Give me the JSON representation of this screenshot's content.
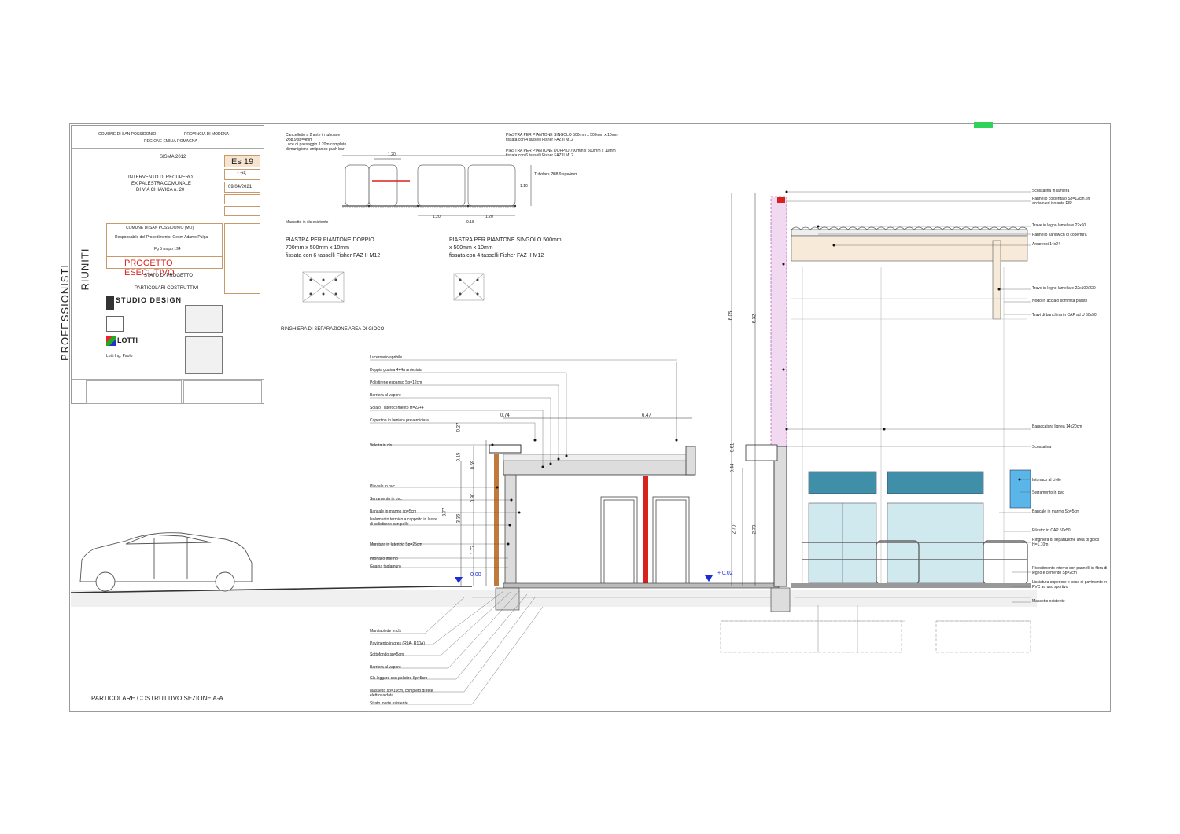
{
  "marker_color": "#2fd35a",
  "accent_red": "#d8221d",
  "accent_brown": "#c07a3c",
  "accent_blue": "#1a2bd8",
  "titleblock": {
    "comune": "COMUNE DI SAN POSSIDONIO",
    "provincia": "PROVINCIA DI MODENA",
    "regione": "REGIONE EMILIA ROMAGNA",
    "sisma": "SISMA 2012",
    "sheet_code": "Es 19",
    "scale": "1:25",
    "date": "09/04/2021",
    "project_title_1": "INTERVENTO DI RECUPERO",
    "project_title_2": "EX PALESTRA COMUNALE",
    "project_title_3": "DI VIA CHIAVICA n. 20",
    "brand_1": "PROFESSIONISTI",
    "brand_2": "RIUNITI",
    "committente": "COMUNE DI SAN POSSIDONIO (MO)",
    "responsabile": "Responsabile del Procedimento: Geom Adamo Pulga",
    "catasto": "Fg 5  mapp  194",
    "phase": "PROGETTO ESECUTIVO",
    "stato": "STATO DI PROGETTO",
    "particolari": "PARTICOLARI COSTRUTTIVI",
    "studio_logo": "STUDIO DESIGN",
    "lotti_logo": "LOTTI",
    "lotti_name": "Lotti Ing. Paolo"
  },
  "detail_box": {
    "caption": "RINGHIERA DI SEPARAZIONE AREA DI GIOCO",
    "gate_note_1": "Cancelletto a 2 ante in tubolare",
    "gate_note_2": "Ø88.9 sp=4mm",
    "gate_note_3": "Luce di passaggio 1.20m completo",
    "gate_note_4": "di maniglione antipanico push bar",
    "plate_single_note_1": "PIASTRA PER PIANTONE SINGOLO 500mm x 500mm x 10mm",
    "plate_single_note_2": "fissata con 4 tasselli Fisher FAZ II M12",
    "plate_double_note_1": "PIASTRA PER PIANTONE DOPPIO 700mm x 500mm x 10mm",
    "plate_double_note_2": "fissata con 6 tasselli Fisher FAZ II M12",
    "tubolare": "Tubolare Ø88.9 sp=4mm",
    "massetto": "Massetto in cls esistente",
    "dim_120a": "1.20",
    "dim_120b": "1.20",
    "dim_120c": "1.20",
    "dim_110": "1.10",
    "dim_018": "0.18",
    "title_double_1": "PIASTRA PER PIANTONE DOPPIO",
    "title_double_2": "700mm x 500mm x 10mm",
    "title_double_3": "fissata con 6 tasselli Fisher FAZ II M12",
    "title_single_1": "PIASTRA PER PIANTONE SINGOLO 500mm",
    "title_single_2": "x 500mm x 10mm",
    "title_single_3": "fissata con 4 tasselli Fisher FAZ II M12"
  },
  "section": {
    "caption": "PARTICOLARE COSTRUTTIVO SEZIONE A-A",
    "left_labels": [
      "Lucernario apribile",
      "Doppia guaina 4+4a ardesiata",
      "Polistirene espanso Sp=12cm",
      "Barriera al vapore",
      "Solaio i laterocemento H=22+4",
      "Copertina in lamiera preverniciata",
      "Veletta in cls",
      "Pluviale in pvc",
      "Serramento in pvc",
      "Bancale in marmo sp=5cm",
      "Isolamento termico a cappotto in lastre di polistirene con pelle",
      "Muratura in laterizio Sp=25cm",
      "Intonaco interno",
      "Guaina taglamuro"
    ],
    "bottom_labels": [
      "Marciapiede in cls",
      "Pavimento in gres (R9A- R10A)",
      "Sottofondo sp=5cm",
      "Barriera al vapore",
      "Cls leggero con polistiro Sp=5cm",
      "Massetto sp=10cm, completo di rete elettrosaldata",
      "Strato inerte esistente"
    ],
    "right_labels": [
      "Scossalina in lamiera",
      "Pannello coibentato Sp=12cm, in acciaio ed isolante PIR",
      "Trave in legno lamellare 22x60",
      "Pannello sandwich di copertura",
      "Arcarecci 14x24",
      "Trave in legno lamellare 22x100/220",
      "Nodo in acciaio sommità pilastri",
      "Travi di banchina in CAP ad U 50x50",
      "Baraccatura lignea 14x20cm",
      "Scossalina",
      "Intonaco al civile",
      "Serramento in pvc",
      "Bancale in marmo Sp=5cm",
      "Pilastro in CAP 50x50",
      "Ringhiera di separazione area di gioco H=1.10m",
      "Rivestimento interno con pannelli in fibra di legno e cemento Sp=2cm",
      "Lisciatura superiore e posa di pavimento in PVC ad uso sportivo",
      "Massetto esistente"
    ],
    "dims": {
      "d647": "6.47",
      "d074": "0.74",
      "d605": "6.05",
      "d632": "6.32",
      "d270a": "2.70",
      "d270b": "2.70",
      "d377": "3.77",
      "d336": "3.36",
      "d090": "0.90",
      "d177": "1.77",
      "d069": "0.69",
      "d015": "0.15",
      "d027": "0.27",
      "d044": "0.44",
      "d061": "0.61",
      "lvl_000": "0.00",
      "lvl_002": "+ 0.02"
    }
  }
}
